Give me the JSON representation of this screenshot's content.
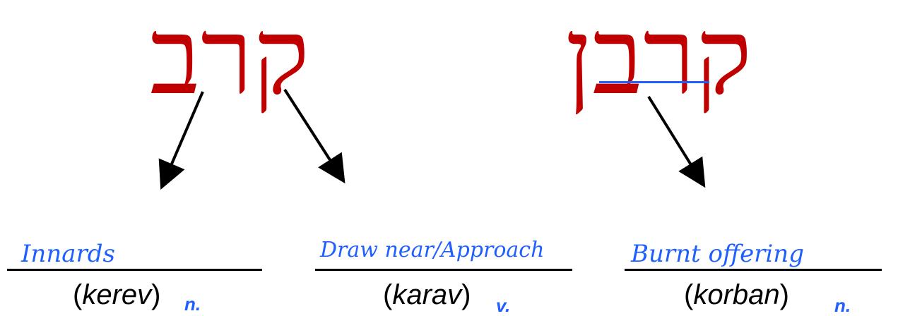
{
  "roots": [
    {
      "hebrew": "קרב"
    },
    {
      "hebrew": "קרבן"
    }
  ],
  "entries": [
    {
      "handwritten": "Innards",
      "open": "(",
      "translit": "kerev",
      "close": ")",
      "pos": "n."
    },
    {
      "handwritten": "Draw near/Approach",
      "open": "(",
      "translit": "karav",
      "close": ")",
      "pos": "v."
    },
    {
      "handwritten": "Burnt offering",
      "open": "(",
      "translit": "korban",
      "close": ")",
      "pos": "n."
    }
  ],
  "colors": {
    "hebrew": "#c00000",
    "handwriting": "#1f5fff",
    "arrow": "#000000"
  }
}
